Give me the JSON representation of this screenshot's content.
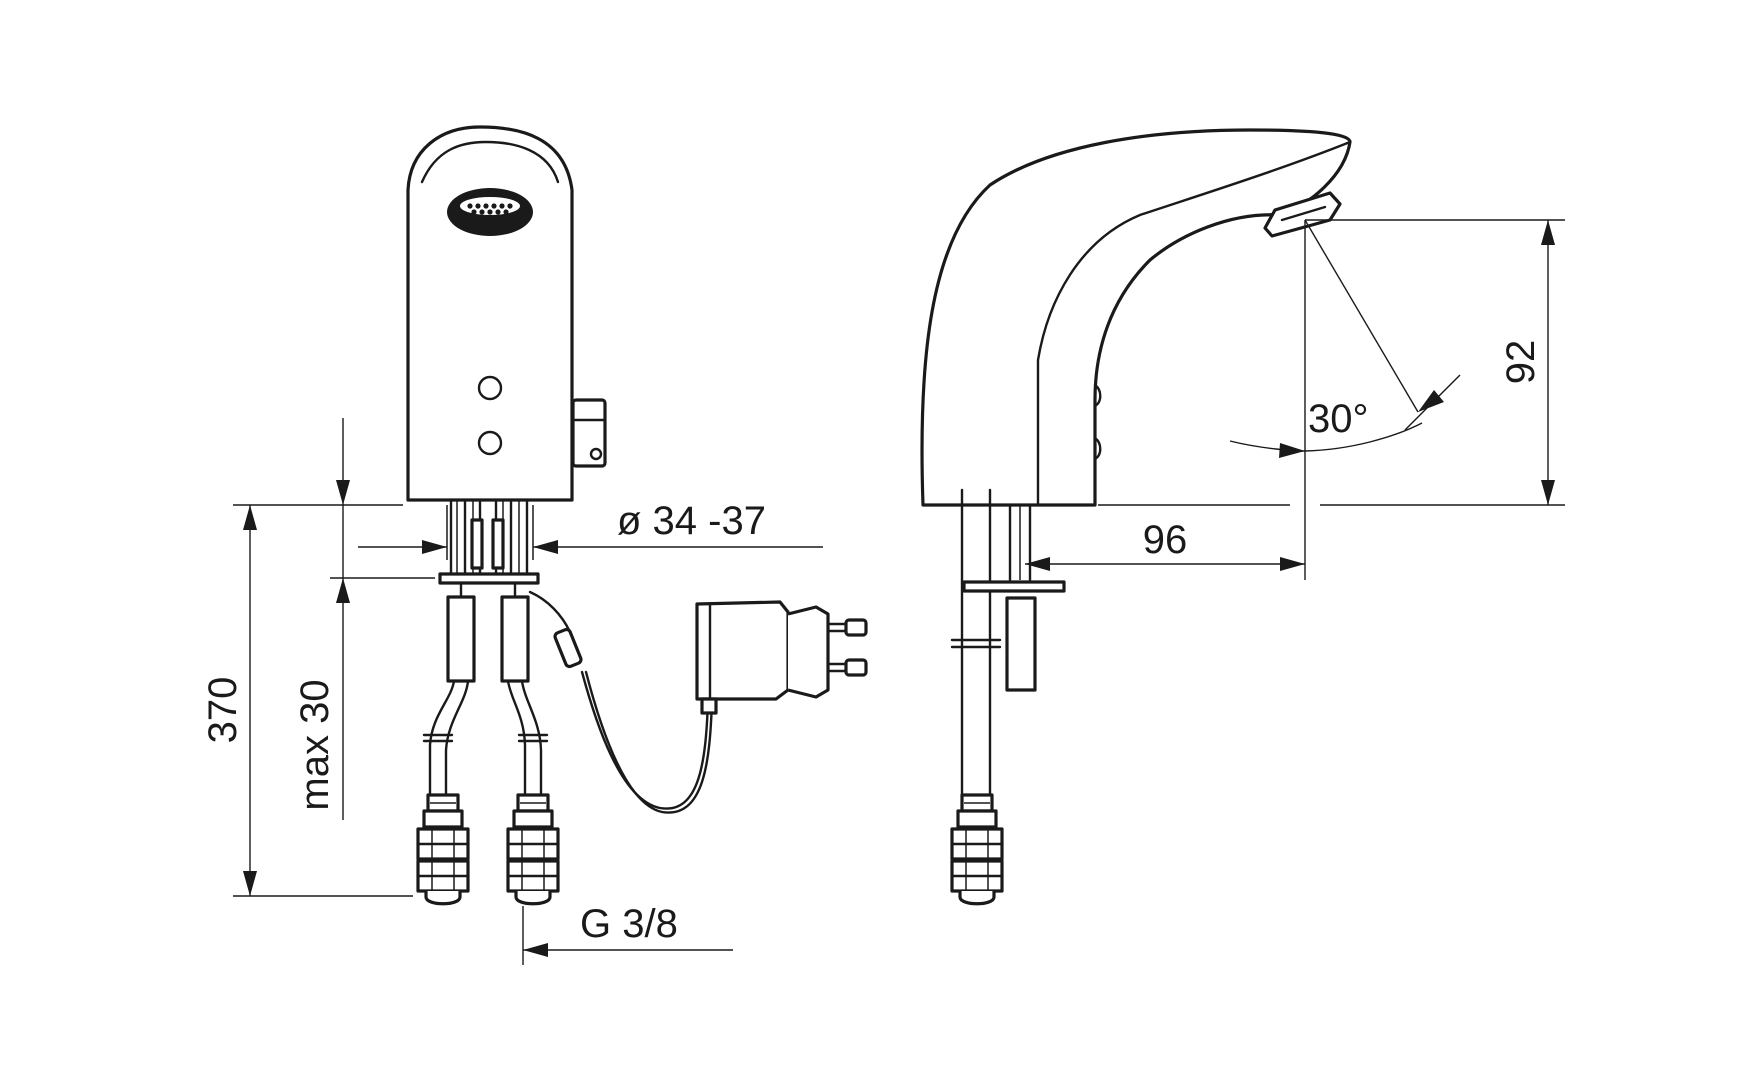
{
  "drawing": {
    "dimensions": {
      "diameter": "ø 34 -37",
      "height_total": "370",
      "max_thickness": "max 30",
      "thread": "G 3/8",
      "reach": "96",
      "spout_height": "92",
      "sensor_angle": "30°"
    }
  }
}
